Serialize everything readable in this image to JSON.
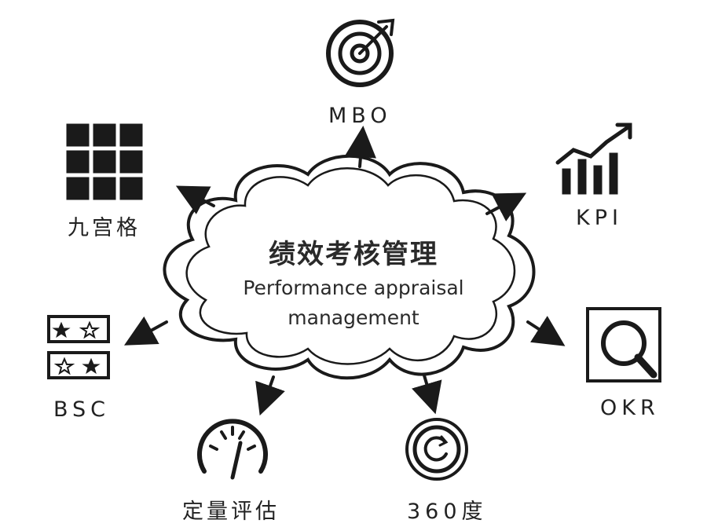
{
  "center": {
    "title": "绩效考核管理",
    "subtitle_line1": "Performance appraisal",
    "subtitle_line2": "management"
  },
  "nodes": {
    "mbo": {
      "label": "MBO",
      "icon": "target-icon"
    },
    "kpi": {
      "label": "KPI",
      "icon": "growth-chart-icon"
    },
    "okr": {
      "label": "OKR",
      "icon": "magnifier-icon"
    },
    "du360": {
      "label": "360度",
      "icon": "cycle-icon"
    },
    "quant": {
      "label": "定量评估",
      "icon": "gauge-icon"
    },
    "bsc": {
      "label": "BSC",
      "icon": "scorecard-icon"
    },
    "grid9": {
      "label": "九宫格",
      "icon": "nine-grid-icon"
    }
  },
  "colors": {
    "ink": "#1a1a1a",
    "background": "#ffffff"
  }
}
